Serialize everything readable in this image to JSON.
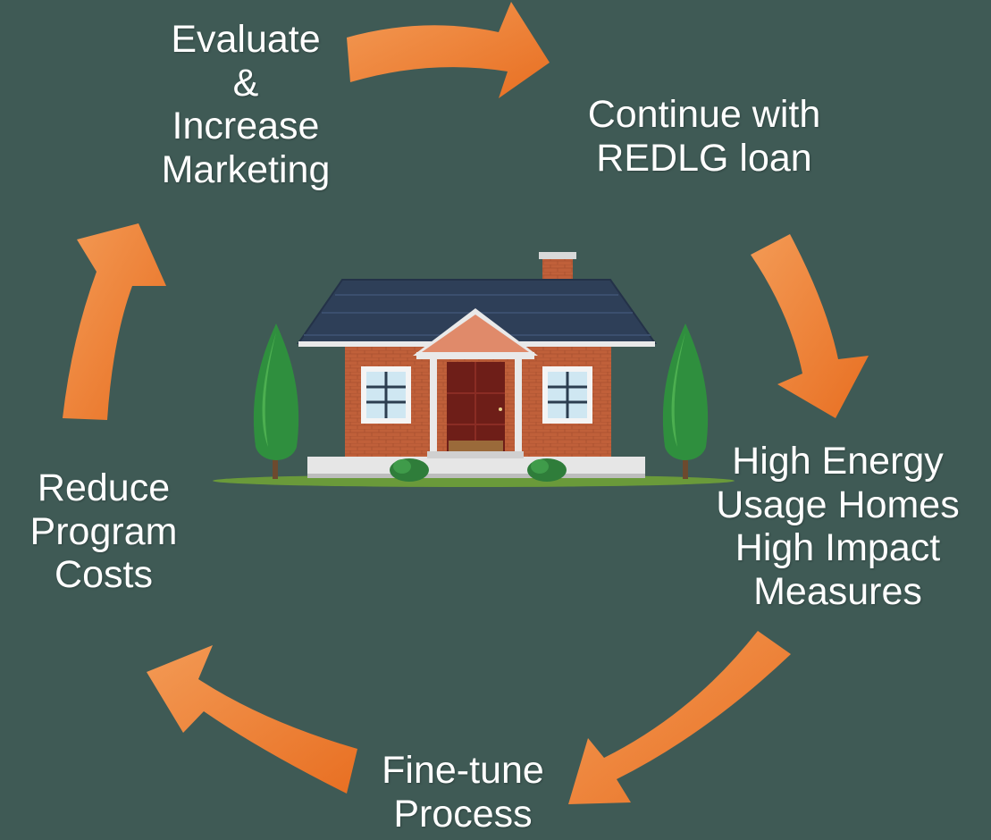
{
  "background_color": "#3f5a55",
  "arrow_color": "#ef7f2f",
  "cycle": {
    "steps": [
      {
        "id": "evaluate",
        "lines": [
          "Evaluate",
          "&",
          "Increase",
          "Marketing"
        ]
      },
      {
        "id": "continue",
        "lines": [
          "Continue with",
          "REDLG loan"
        ]
      },
      {
        "id": "high-energy",
        "lines": [
          "High Energy",
          "Usage Homes",
          "High Impact",
          "Measures"
        ]
      },
      {
        "id": "fine-tune",
        "lines": [
          "Fine-tune",
          "Process"
        ]
      },
      {
        "id": "reduce",
        "lines": [
          "Reduce",
          "Program",
          "Costs"
        ]
      }
    ]
  },
  "center_image": {
    "icon": "house-icon"
  }
}
